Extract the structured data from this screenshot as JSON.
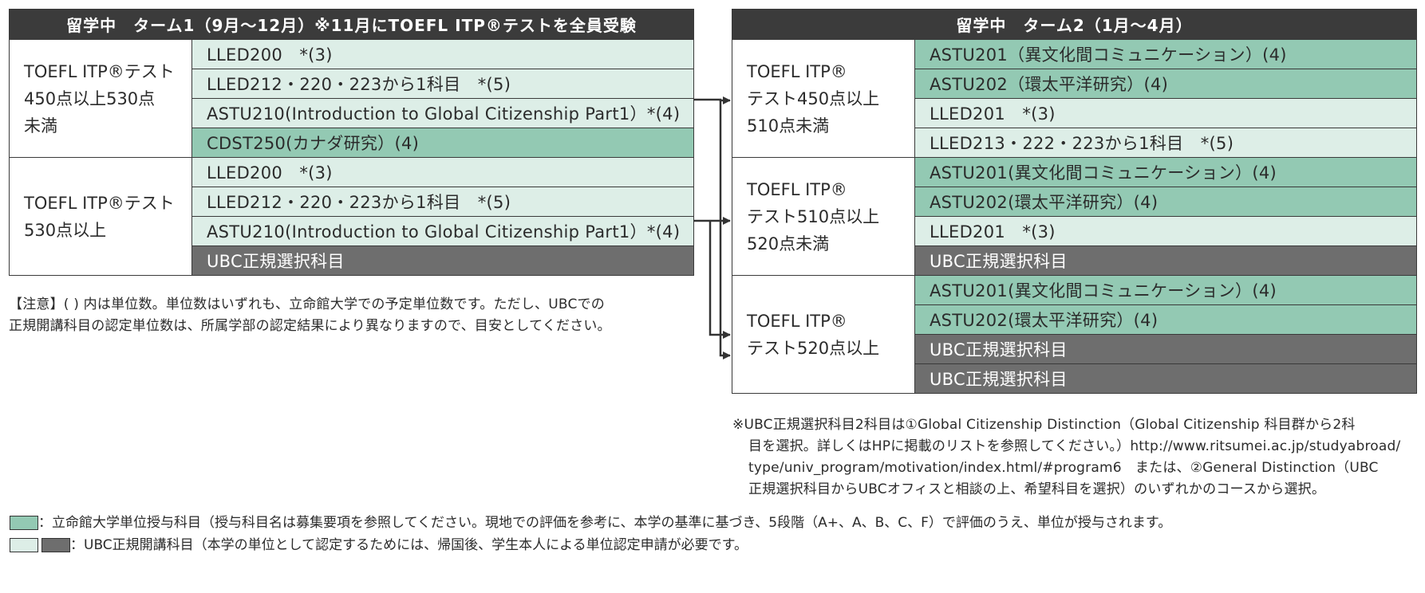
{
  "term1": {
    "header": "留学中　ターム1（9月～12月）※11月にTOEFL ITP®テストを全員受験",
    "groups": [
      {
        "label_lines": [
          "TOEFL ITP®テスト",
          "450点以上530点",
          "未満"
        ],
        "courses": [
          {
            "text": "LLED200　*(3)",
            "type": "light"
          },
          {
            "text": "LLED212・220・223から1科目　*(5)",
            "type": "light"
          },
          {
            "text": "ASTU210(Introduction to Global Citizenship Part1）*(4)",
            "type": "light"
          },
          {
            "text": "CDST250(カナダ研究）(4)",
            "type": "green"
          }
        ]
      },
      {
        "label_lines": [
          "TOEFL ITP®テスト",
          "530点以上"
        ],
        "courses": [
          {
            "text": "LLED200　*(3)",
            "type": "light"
          },
          {
            "text": "LLED212・220・223から1科目　*(5)",
            "type": "light"
          },
          {
            "text": "ASTU210(Introduction to Global Citizenship Part1）*(4)",
            "type": "light"
          },
          {
            "text": "UBC正規選択科目",
            "type": "gray"
          }
        ]
      }
    ]
  },
  "term2": {
    "header": "留学中　ターム2（1月～4月）",
    "groups": [
      {
        "label_lines": [
          "TOEFL ITP®",
          "テスト450点以上",
          "510点未満"
        ],
        "courses": [
          {
            "text": "ASTU201（異文化間コミュニケーション）(4)",
            "type": "green"
          },
          {
            "text": "ASTU202（環太平洋研究）(4)",
            "type": "green"
          },
          {
            "text": "LLED201　*(3)",
            "type": "light"
          },
          {
            "text": "LLED213・222・223から1科目　*(5)",
            "type": "light"
          }
        ]
      },
      {
        "label_lines": [
          "TOEFL ITP®",
          "テスト510点以上",
          "520点未満"
        ],
        "courses": [
          {
            "text": "ASTU201(異文化間コミュニケーション）(4)",
            "type": "green"
          },
          {
            "text": "ASTU202(環太平洋研究）(4)",
            "type": "green"
          },
          {
            "text": "LLED201　*(3)",
            "type": "light"
          },
          {
            "text": "UBC正規選択科目",
            "type": "gray"
          }
        ]
      },
      {
        "label_lines": [
          "TOEFL ITP®",
          "テスト520点以上"
        ],
        "courses": [
          {
            "text": "ASTU201(異文化間コミュニケーション）(4)",
            "type": "green"
          },
          {
            "text": "ASTU202(環太平洋研究）(4)",
            "type": "green"
          },
          {
            "text": "UBC正規選択科目",
            "type": "gray"
          },
          {
            "text": "UBC正規選択科目",
            "type": "gray"
          }
        ]
      }
    ]
  },
  "notes": {
    "caution_lines": [
      "【注意】( ) 内は単位数。単位数はいずれも、立命館大学での予定単位数です。ただし、UBCでの",
      "正規開講科目の認定単位数は、所属学部の認定結果により異なりますので、目安としてください。"
    ],
    "ubc_lines": [
      "※UBC正規選択科目2科目は①Global Citizenship Distinction（Global Citizenship 科目群から2科",
      "目を選択。詳しくはHPに掲載のリストを参照してください。）http://www.ritsumei.ac.jp/studyabroad/",
      "type/univ_program/motivation/index.html/#program6　または、②General Distinction（UBC",
      "正規選択科目からUBCオフィスと相談の上、希望科目を選択）のいずれかのコースから選択。"
    ]
  },
  "legend": {
    "green_text": "：立命館大学単位授与科目（授与科目名は募集要項を参照してください。現地での評価を参考に、本学の基準に基づき、5段階（A+、A、B、C、F）で評価のうえ、単位が授与されます。",
    "ubc_text": "：UBC正規開講科目（本学の単位として認定するためには、帰国後、学生本人による単位認定申請が必要です。"
  },
  "colors": {
    "header_bg": "#3b3b3b",
    "light_green": "#ddeee7",
    "green": "#93c9b3",
    "gray": "#6e6e6e"
  }
}
